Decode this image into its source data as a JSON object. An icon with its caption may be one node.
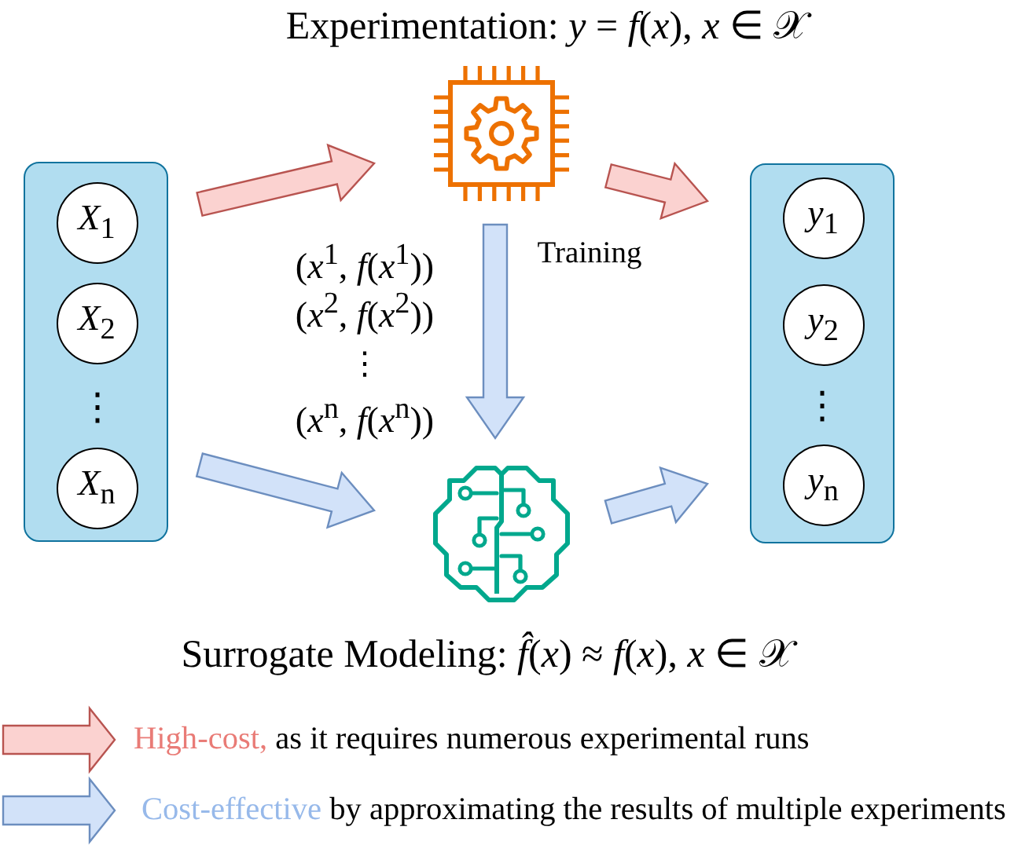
{
  "diagram": {
    "nodes": [
      {
        "text": [],
        "shape": "box"
      },
      {
        "text": [
          "*X*$_{1}$"
        ],
        "in": 0
      },
      {
        "text": [
          "*X*$_{2}$"
        ],
        "in": 0
      },
      {
        "text": [
          "*X*$_{n}$"
        ],
        "in": 0
      },
      {
        "text": [],
        "shape": "picture",
        "beside": [
          "Experimentation: *y* = *f*(*x*), *x* ∈ 𝒳"
        ]
      },
      {
        "text": [],
        "shape": "picture",
        "beside": [
          "Surrogate Modeling: *f̂*(*x*) ≈ *f*(*x*), *x* ∈ 𝒳"
        ]
      },
      {
        "text": [],
        "shape": "box"
      },
      {
        "text": [
          "*y*$_{1}$"
        ],
        "in": 6
      },
      {
        "text": [
          "*y*$_{2}$"
        ],
        "in": 6
      },
      {
        "text": [
          "*y*$_{n}$"
        ],
        "in": 6
      }
    ],
    "edges": [
      {
        "from": 0,
        "to": 4,
        "arrow": "to",
        "color": "#b85450"
      },
      {
        "from": 4,
        "to": 6,
        "arrow": "to",
        "color": "#b85450"
      },
      {
        "from": 4,
        "to": 5,
        "arrow": "to",
        "label": "Training"
      },
      {
        "from": 0,
        "to": 5,
        "arrow": "to"
      },
      {
        "from": 5,
        "to": 6,
        "arrow": "to"
      }
    ],
    "labels": [
      "⋮",
      "(*x*$^{1}$, *f*(*x*$^{1}$))",
      "(*x*$^{2}$, *f*(*x*$^{2}$))",
      "⋮",
      "(*x*$^{n}$, *f*(*x*$^{n}$))",
      "⋮"
    ],
    "legend": [
      {
        "text": "High-cost, as it requires numerous experimental runs",
        "color": "#b85450"
      },
      {
        "text": "Cost-effective by approximating the results of multiple experiments",
        "color": "#6c8ebf"
      }
    ]
  }
}
